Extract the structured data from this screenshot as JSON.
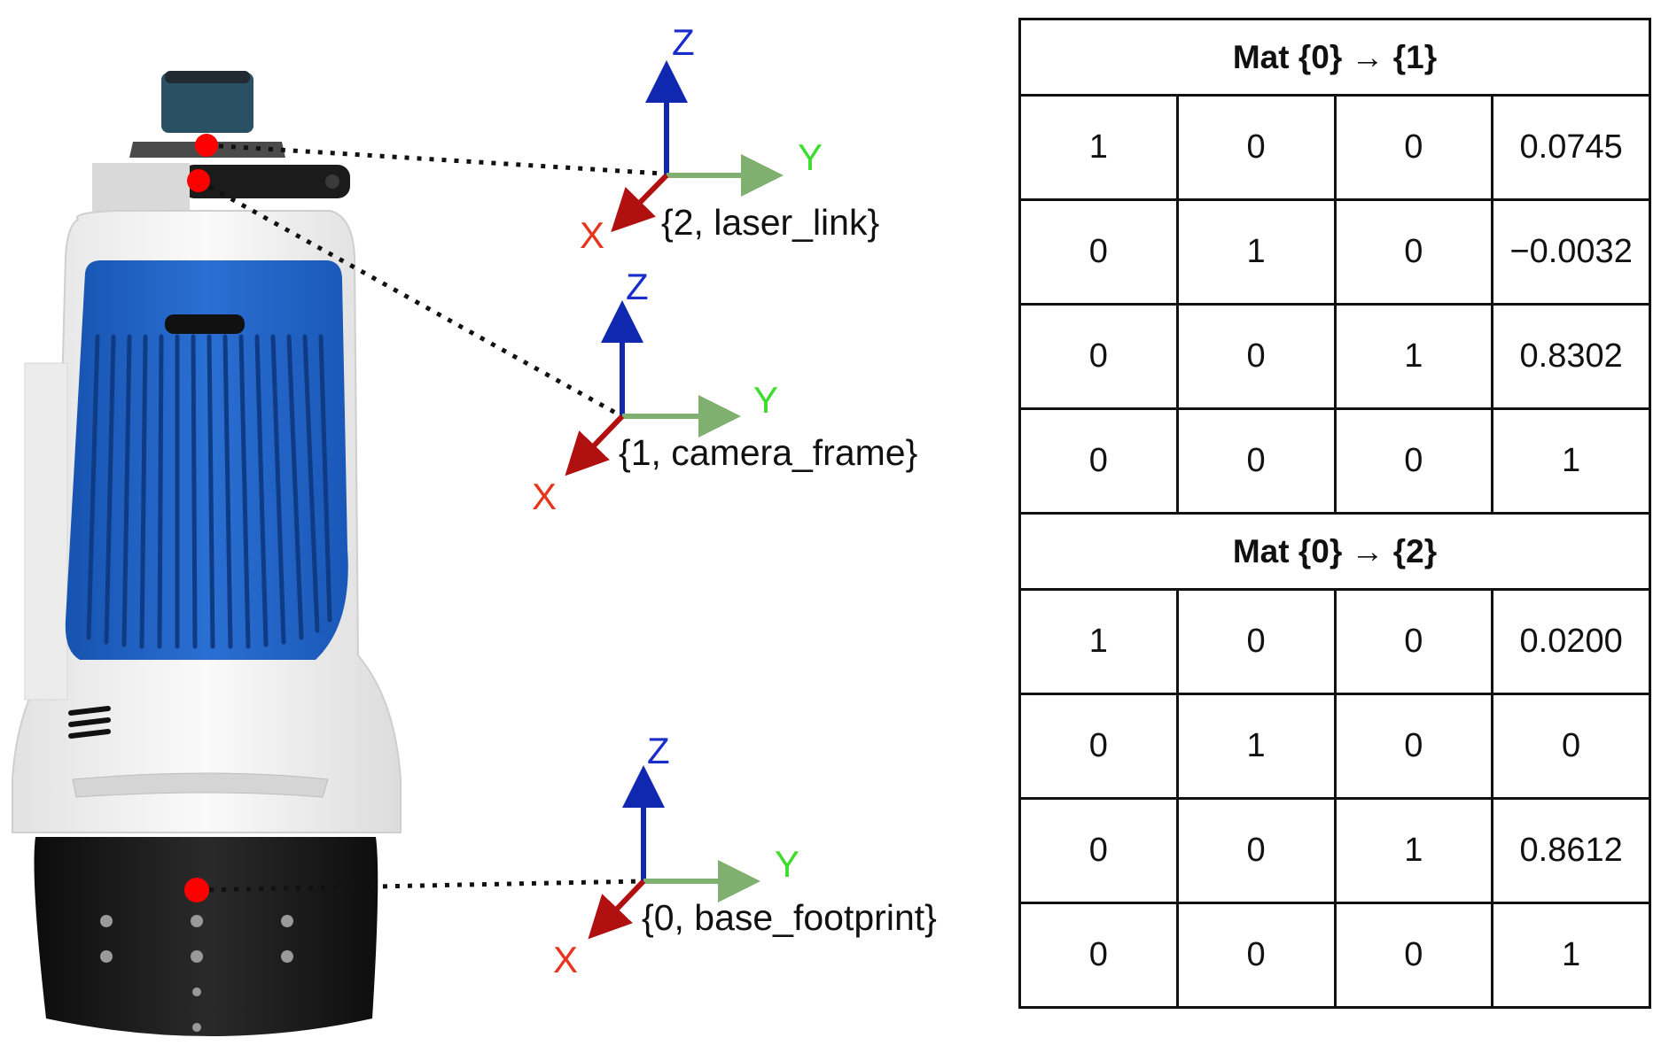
{
  "frames": [
    {
      "id": "base",
      "label": "{0, base_footprint}",
      "axes": {
        "x": "X",
        "y": "Y",
        "z": "Z"
      }
    },
    {
      "id": "camera",
      "label": "{1, camera_frame}",
      "axes": {
        "x": "X",
        "y": "Y",
        "z": "Z"
      }
    },
    {
      "id": "laser",
      "label": "{2, laser_link}",
      "axes": {
        "x": "X",
        "y": "Y",
        "z": "Z"
      }
    }
  ],
  "colors": {
    "x_axis": "#b01010",
    "y_axis": "#7fb070",
    "z_axis": "#1028b0",
    "x_label": "#e8341c",
    "y_label": "#3ddc2e",
    "z_label": "#1a2ccc",
    "marker": "#ff0000",
    "robot_blue": "#1f63c6",
    "robot_shell": "#f2f2f2",
    "robot_base": "#1a1a1a"
  },
  "table": {
    "title_1": "Mat {0} → {1}",
    "matrix_1": [
      [
        "1",
        "0",
        "0",
        "0.0745"
      ],
      [
        "0",
        "1",
        "0",
        "−0.0032"
      ],
      [
        "0",
        "0",
        "1",
        "0.8302"
      ],
      [
        "0",
        "0",
        "0",
        "1"
      ]
    ],
    "title_2": "Mat {0} → {2}",
    "matrix_2": [
      [
        "1",
        "0",
        "0",
        "0.0200"
      ],
      [
        "0",
        "1",
        "0",
        "0"
      ],
      [
        "0",
        "0",
        "1",
        "0.8612"
      ],
      [
        "0",
        "0",
        "0",
        "1"
      ]
    ]
  }
}
